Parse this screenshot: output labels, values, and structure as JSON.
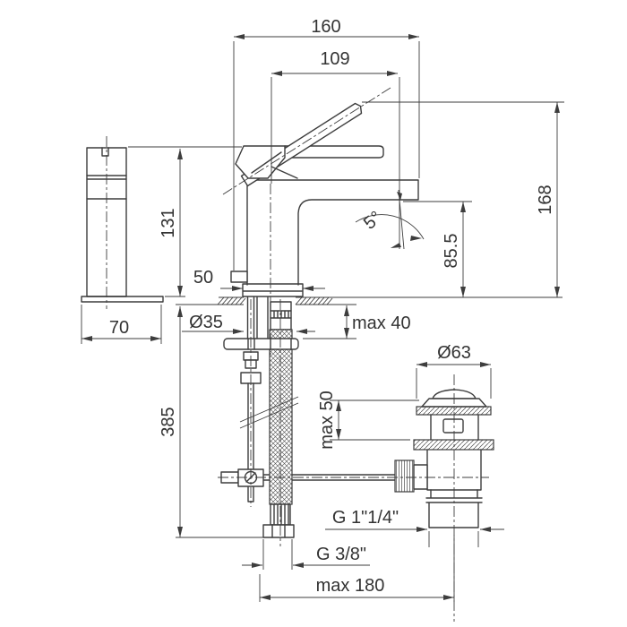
{
  "drawing": {
    "title": "basin-mixer-technical-drawing",
    "colors": {
      "line": "#3d3d3d",
      "text": "#333333",
      "background": "#ffffff"
    },
    "labels": {
      "top_width": "160",
      "handle_reach": "109",
      "overall_height": "168",
      "spout_outlet_height": "85.5",
      "body_height": "131",
      "base_width": "50",
      "side_depth": "70",
      "hole_diameter": "Ø35",
      "deck_max_thickness": "max 40",
      "hose_drop_length": "385",
      "waste_max_thickness": "max 50",
      "waste_flange_diameter": "Ø63",
      "outlet_angle": "5°",
      "waste_thread": "G 1\"1/4\"",
      "supply_thread": "G 3/8\"",
      "max_center_distance": "max 180"
    }
  }
}
